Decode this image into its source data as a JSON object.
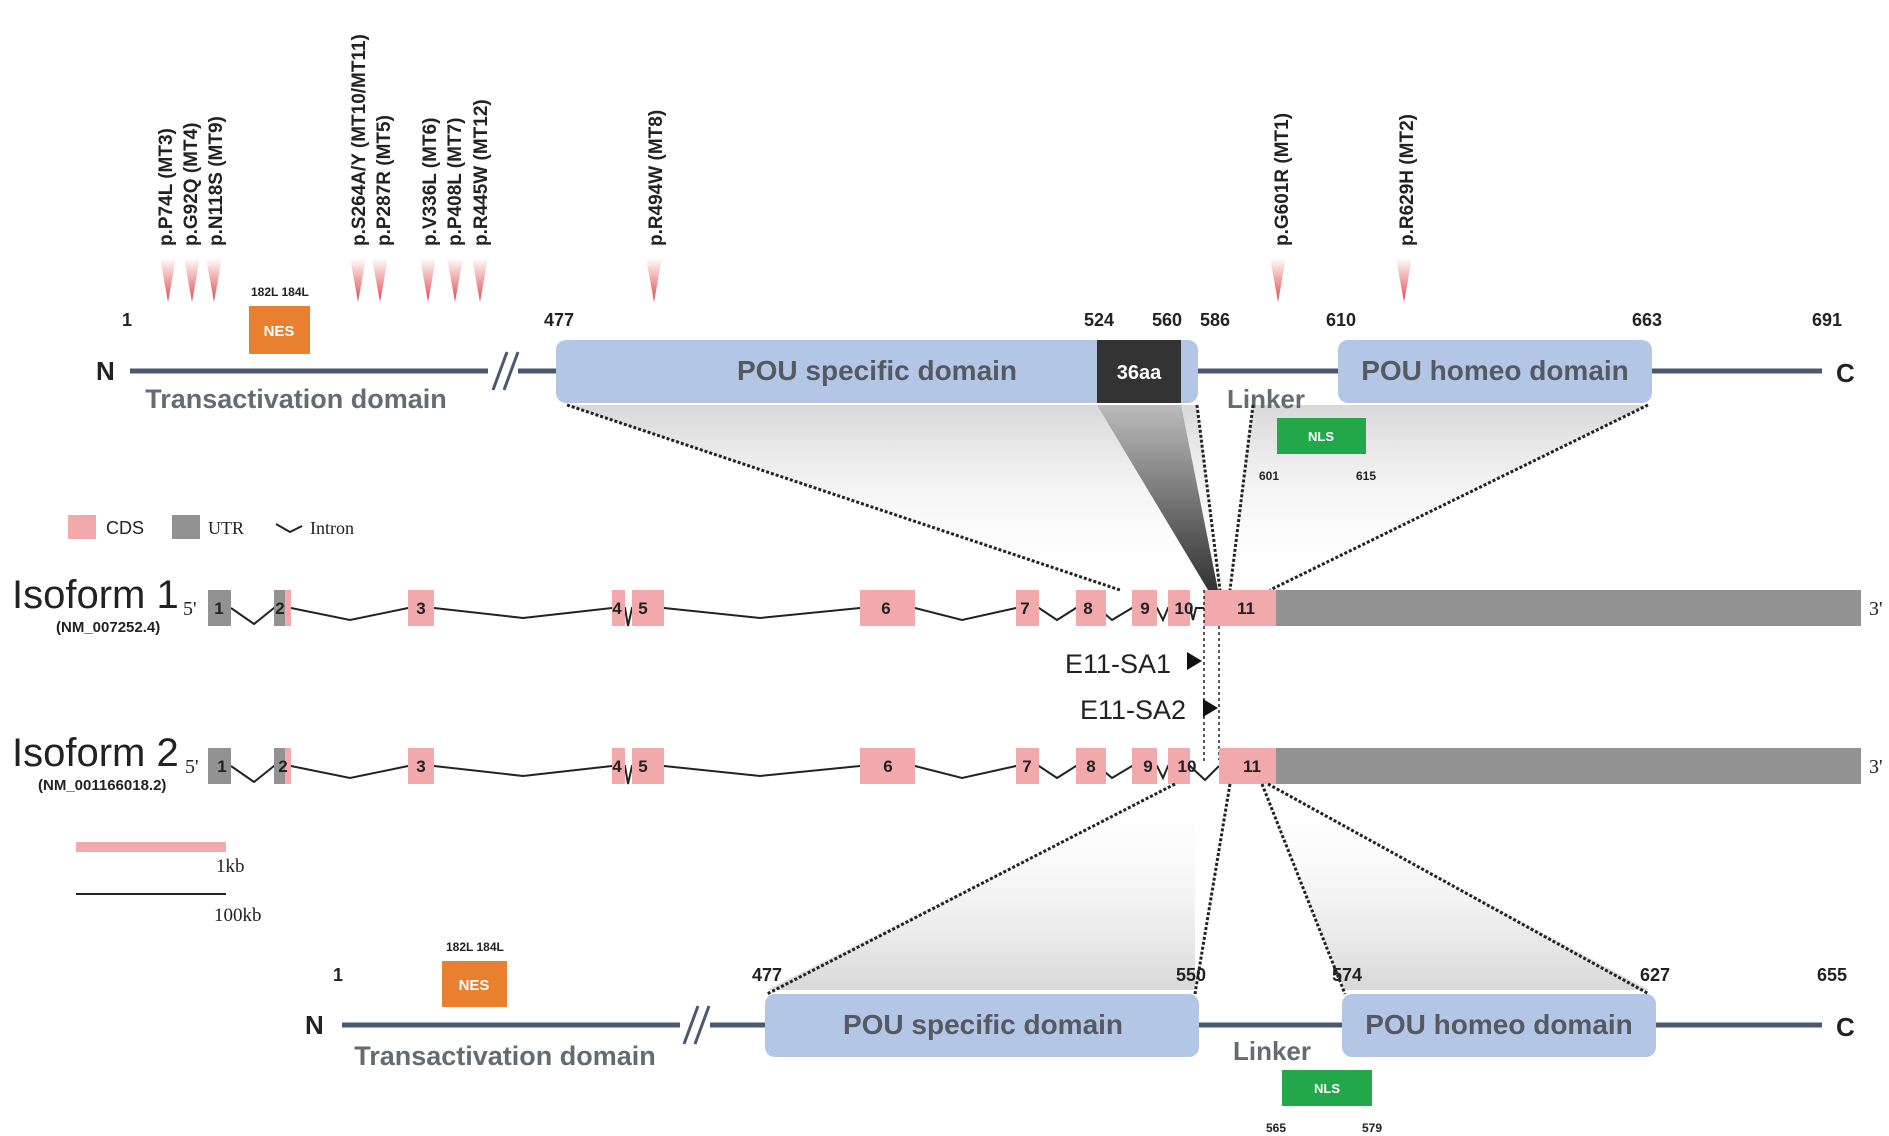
{
  "mutations": [
    "p.P74L (MT3)",
    "p.G92Q (MT4)",
    "p.N118S (MT9)",
    "p.S264A/Y (MT10/MT11)",
    "p.P287R (MT5)",
    "p.V336L (MT6)",
    "p.P408L (MT7)",
    "p.R445W (MT12)",
    "p.R494W (MT8)",
    "p.G601R (MT1)",
    "p.R629H (MT2)"
  ],
  "protein1": {
    "n_label": "N",
    "c_label": "C",
    "positions": [
      "1",
      "477",
      "524",
      "560",
      "586",
      "610",
      "663",
      "691"
    ],
    "nes_label": "NES",
    "nes_sites": "182L 184L",
    "transactivation_label": "Transactivation domain",
    "pou_specific_label": "POU specific domain",
    "insert_label": "36aa",
    "linker_label": "Linker",
    "pou_homeo_label": "POU homeo domain",
    "nls_label": "NLS",
    "nls_start": "601",
    "nls_end": "615"
  },
  "legend": {
    "cds": "CDS",
    "utr": "UTR",
    "intron": "Intron"
  },
  "isoform1": {
    "title": "Isoform 1",
    "accession": "(NM_007252.4)",
    "five_prime": "5'",
    "three_prime": "3'",
    "exons": [
      "1",
      "2",
      "3",
      "4",
      "5",
      "6",
      "7",
      "8",
      "9",
      "10",
      "11"
    ]
  },
  "splice_sites": [
    "E11-SA1",
    "E11-SA2"
  ],
  "isoform2": {
    "title": "Isoform 2",
    "accession": "(NM_001166018.2)",
    "five_prime": "5'",
    "three_prime": "3'",
    "exons": [
      "1",
      "2",
      "3",
      "4",
      "5",
      "6",
      "7",
      "8",
      "9",
      "10",
      "11"
    ]
  },
  "scale": {
    "cds_bar": "1kb",
    "intron_bar": "100kb"
  },
  "protein2": {
    "n_label": "N",
    "c_label": "C",
    "positions": [
      "1",
      "477",
      "550",
      "574",
      "627",
      "655"
    ],
    "nes_label": "NES",
    "nes_sites": "182L 184L",
    "transactivation_label": "Transactivation domain",
    "pou_specific_label": "POU specific domain",
    "linker_label": "Linker",
    "pou_homeo_label": "POU homeo domain",
    "nls_label": "NLS",
    "nls_start": "565",
    "nls_end": "579"
  },
  "colors": {
    "domain": "#b4c6e6",
    "domain_text": "#555a62",
    "backbone": "#4a5872",
    "nes": "#e8802f",
    "nls": "#22a84a",
    "cds": "#f2a9ab",
    "utr": "#929292",
    "insert": "#333333",
    "mutation": "#e2474a"
  }
}
